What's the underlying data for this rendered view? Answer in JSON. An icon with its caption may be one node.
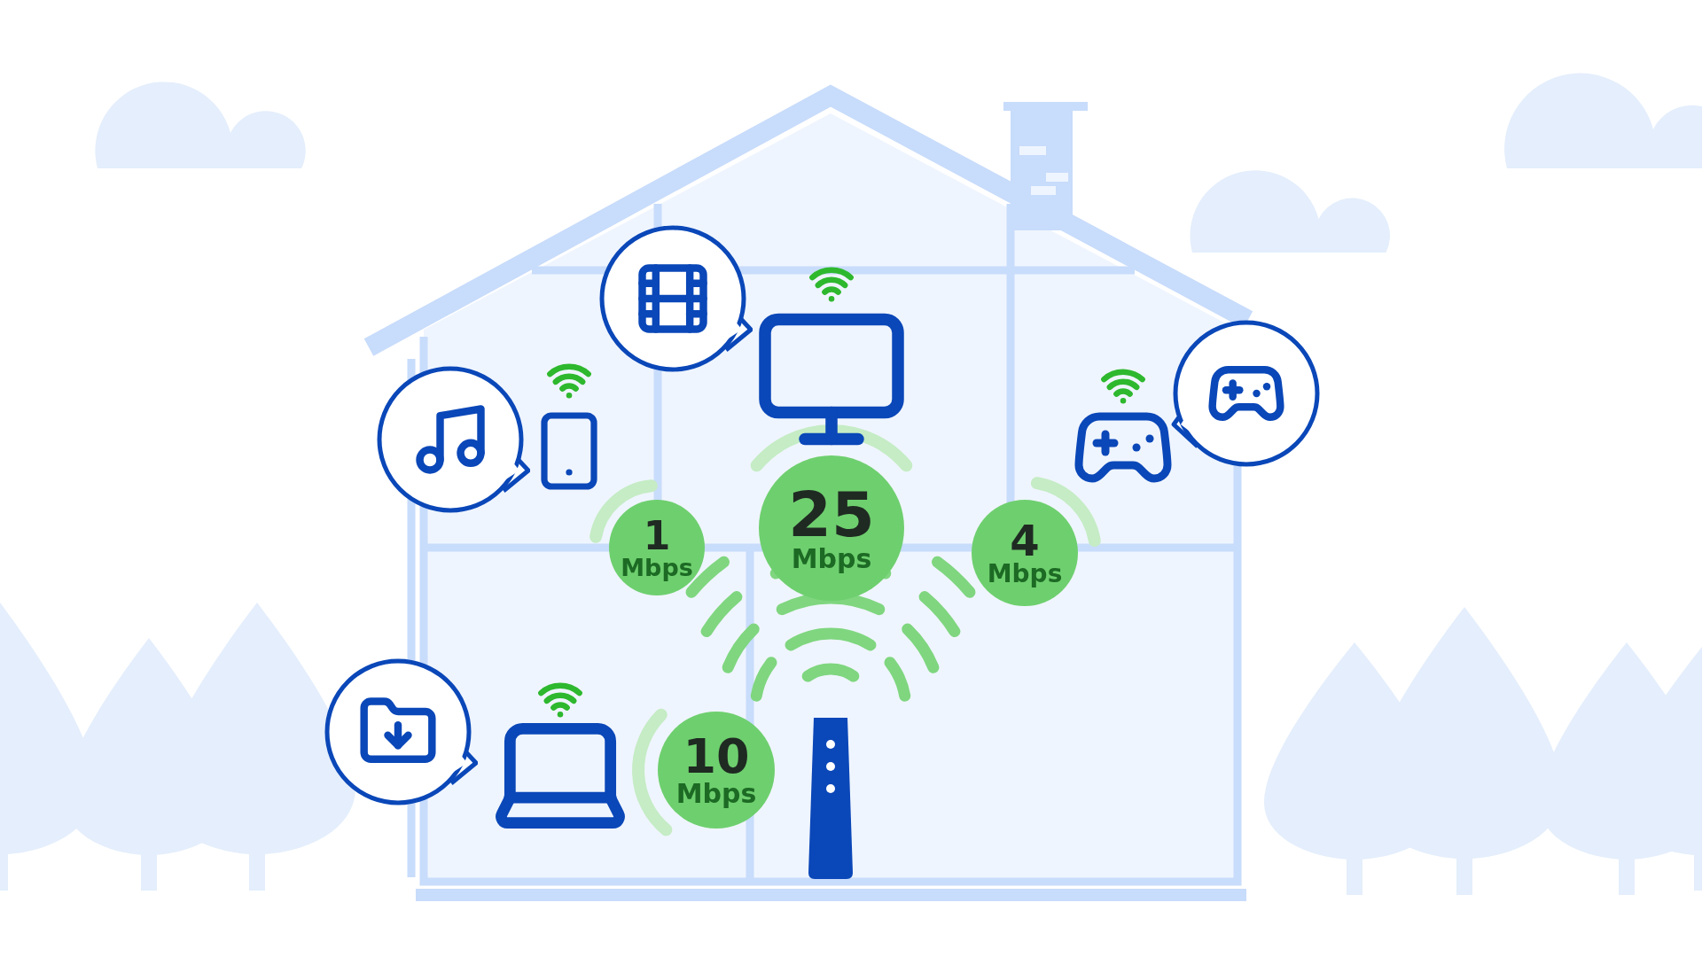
{
  "diagram": {
    "nodes": [
      {
        "text": [
          "1",
          "Mbps"
        ]
      },
      {
        "text": [
          "25",
          "Mbps"
        ]
      },
      {
        "text": [
          "4",
          "Mbps"
        ]
      },
      {
        "text": [
          "10",
          "Mbps"
        ]
      }
    ]
  }
}
